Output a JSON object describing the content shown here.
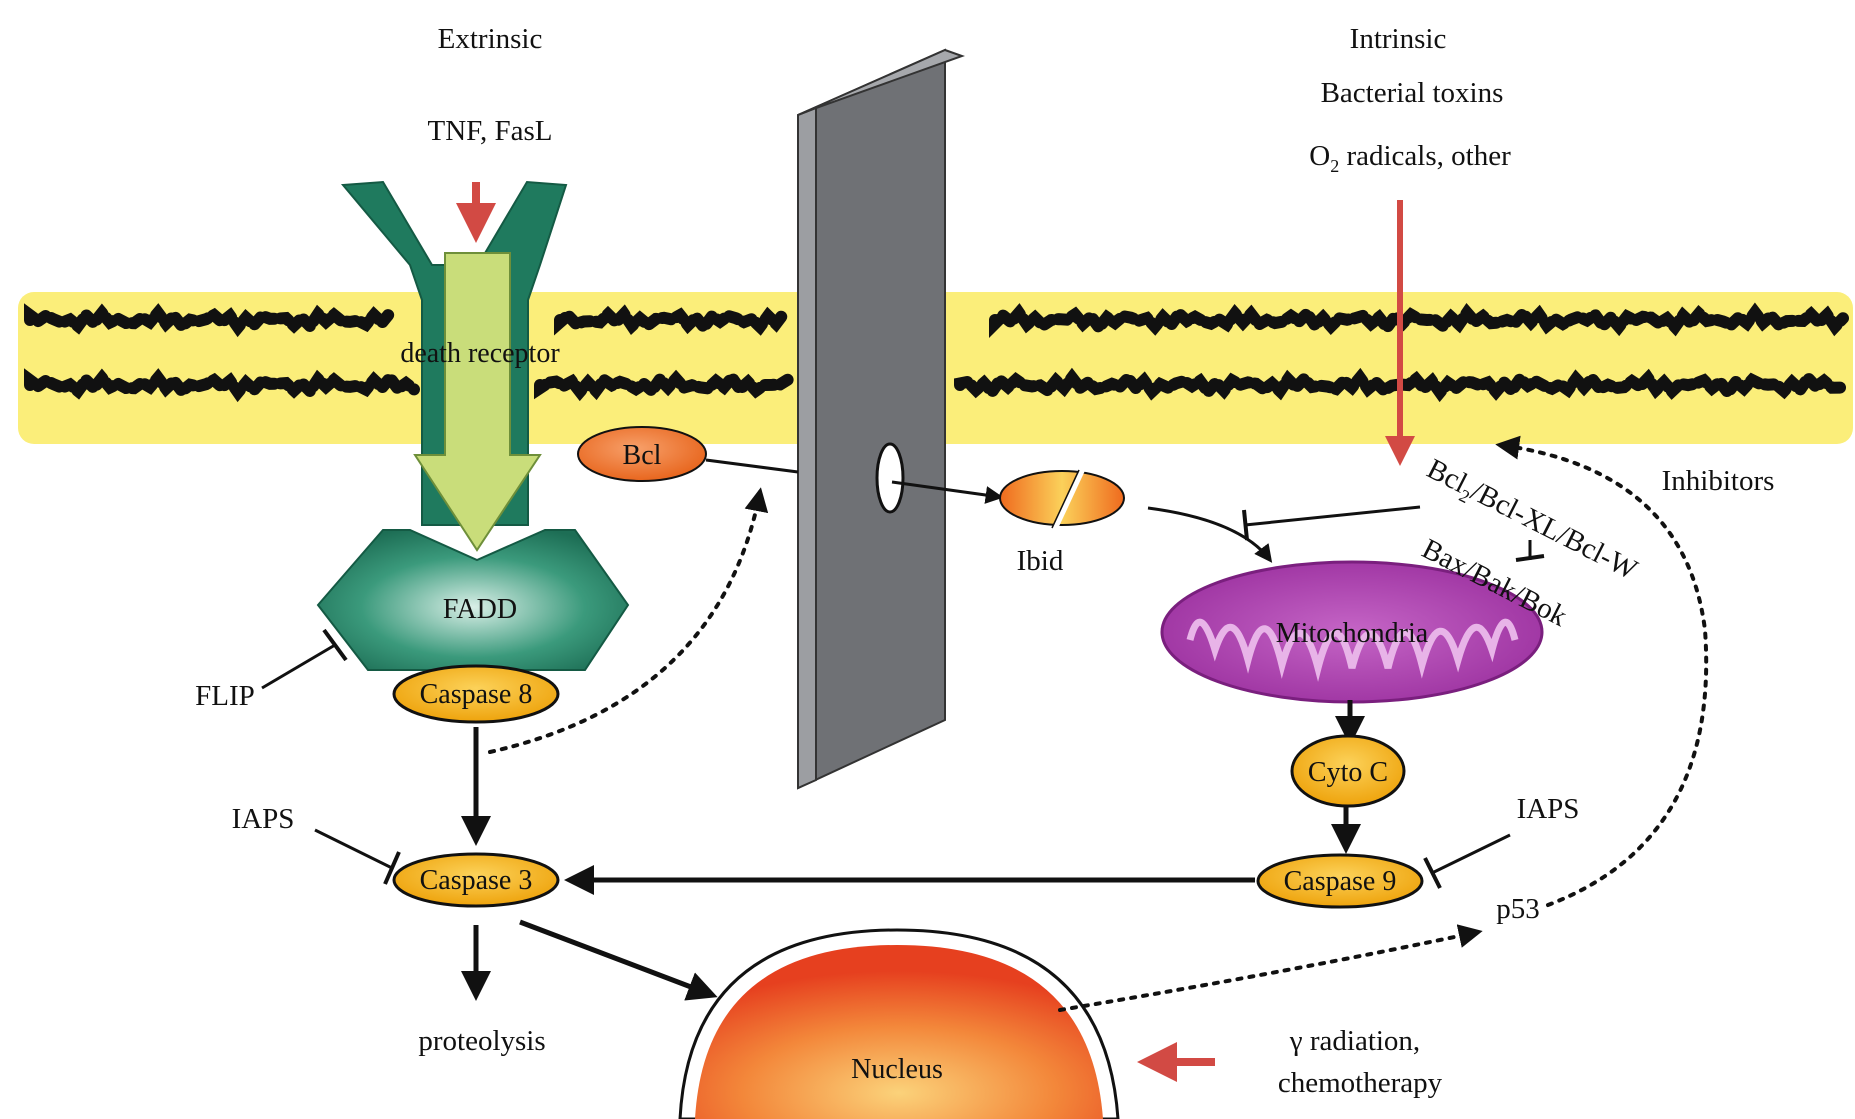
{
  "labels": {
    "extrinsic": "Extrinsic",
    "tnf_fasl": "TNF, FasL",
    "intrinsic": "Intrinsic",
    "bacterial_toxins": "Bacterial toxins",
    "o2_radicals_prefix": "O",
    "o2_radicals_sub": "2",
    "o2_radicals_suffix": " radicals, other",
    "death_receptor": "death receptor",
    "fadd": "FADD",
    "caspase8": "Caspase 8",
    "flip": "FLIP",
    "iaps_left": "IAPS",
    "caspase3": "Caspase 3",
    "proteolysis": "proteolysis",
    "nucleus": "Nucleus",
    "radiation_line1": "γ radiation,",
    "radiation_line2": "chemotherapy",
    "bcl": "Bcl",
    "ibid": "Ibid",
    "inhibitors": "Inhibitors",
    "bcl2_prefix": "Bcl",
    "bcl2_sub": "2",
    "bcl2_suffix": "/Bcl-XL/Bcl-W",
    "bax": "Bax/Bak/Bok",
    "mitochondria": "Mitochondria",
    "cytoc": "Cyto C",
    "iaps_right": "IAPS",
    "caspase9": "Caspase 9",
    "p53": "p53"
  },
  "colors": {
    "membrane": "#fbee7a",
    "lipid": "#111111",
    "receptor": "#1f7a5e",
    "receptor_inner": "#c9dd7a",
    "caspase": "#f2b016",
    "mitochondria": "#a43ea7",
    "nucleus": "#ef5a2a",
    "arrow_red": "#d24a44",
    "wall": "#707276"
  }
}
